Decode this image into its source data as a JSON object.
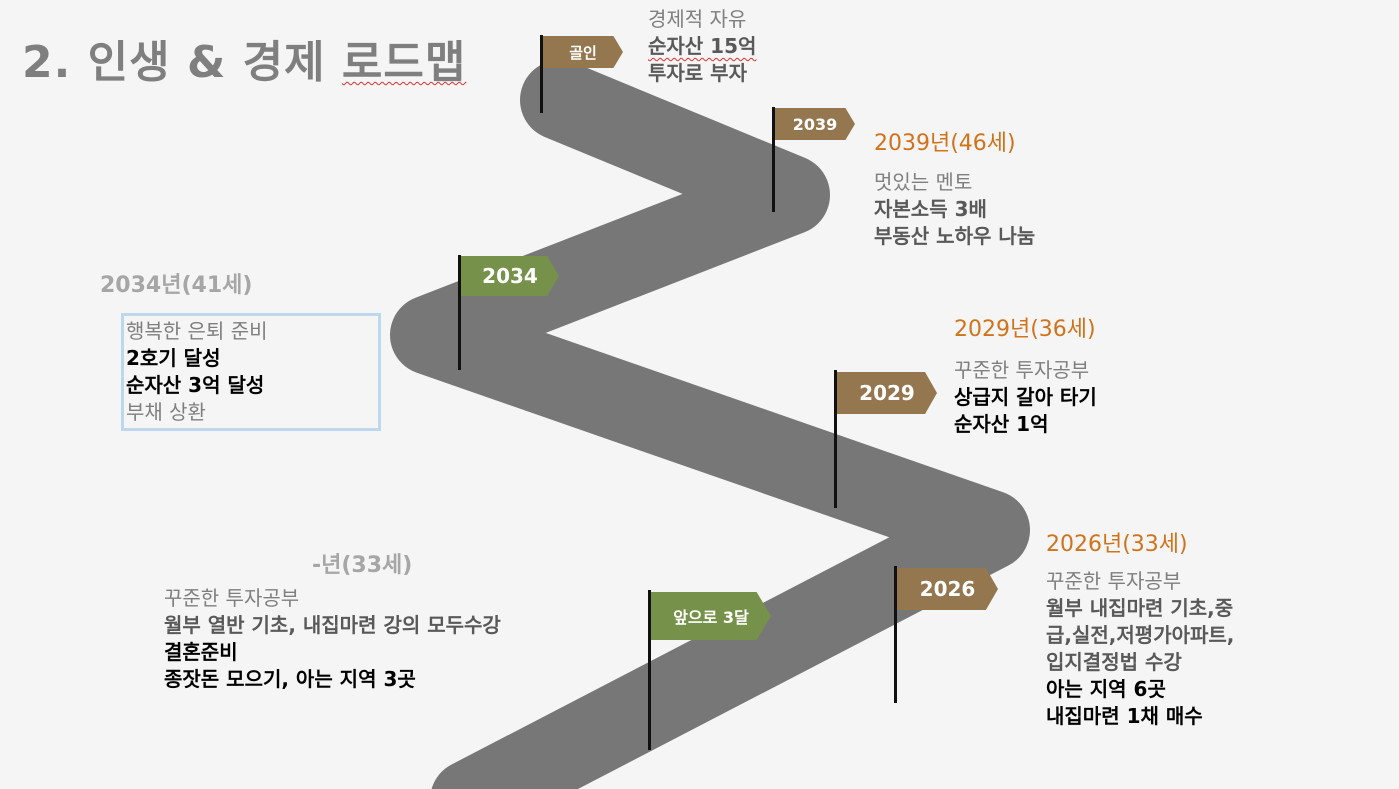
{
  "title": {
    "number": "2.",
    "main": "인생 & 경제 ",
    "squiggled": "로드맵"
  },
  "colors": {
    "road": "#777777",
    "flag_brown": "#94764f",
    "flag_green": "#76924a",
    "year_orange": "#d0731a"
  },
  "flags": {
    "goal": "골인",
    "y2039": "2039",
    "y2034": "2034",
    "y2029": "2029",
    "y2026": "2026",
    "next3": "앞으로 3달"
  },
  "milestones": {
    "goal": {
      "lines": [
        "경제적 자유",
        "순자산 15억",
        "투자로 부자"
      ]
    },
    "y2039": {
      "heading": "2039년(46세)",
      "lines": [
        "멋있는 멘토",
        "자본소득 3배",
        "부동산 노하우 나눔"
      ]
    },
    "y2034": {
      "heading": "2034년(41세)",
      "lines": [
        "행복한 은퇴 준비",
        "2호기 달성",
        "순자산 3억 달성",
        "부채 상환"
      ]
    },
    "y2029": {
      "heading": "2029년(36세)",
      "lines": [
        "꾸준한 투자공부",
        "상급지 갈아 타기",
        "순자산 1억"
      ]
    },
    "y2026": {
      "heading": "2026년(33세)",
      "lines": [
        "꾸준한 투자공부",
        "월부 내집마련 기초,중",
        "급,실전,저평가아파트,",
        "입지결정법 수강",
        "아는 지역 6곳",
        "내집마련 1채 매수"
      ]
    },
    "next3": {
      "heading": "-년(33세)",
      "lines": [
        "꾸준한 투자공부",
        "월부 열반 기초, 내집마련 강의 모두수강",
        "결혼준비",
        "종잣돈 모으기, 아는 지역 3곳"
      ]
    }
  }
}
